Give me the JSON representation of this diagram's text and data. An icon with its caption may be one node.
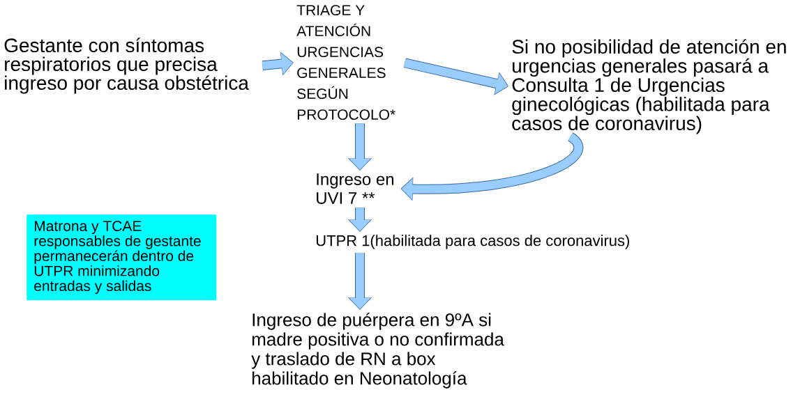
{
  "diagram": {
    "nodes": [
      {
        "text": [
          "Gestante con síntomas respiratorios que precisa ingreso por causa obstétrica"
        ]
      },
      {
        "text": [
          "TRIAGE Y ATENCIÓN URGENCIAS GENERALES SEGÚN PROTOCOLO*"
        ]
      },
      {
        "text": [
          "Si no posibilidad de atención en urgencias generales pasará a Consulta 1 de Urgencias ginecológicas (habilitada para casos de coronavirus)"
        ]
      },
      {
        "text": [
          "Ingreso en UVI 7 **"
        ]
      },
      {
        "text": [
          "UTPR 1(habilitada para casos de coronavirus)"
        ]
      },
      {
        "text": [
          "Ingreso de puérpera en 9ºA si madre positiva o no confirmada y traslado de RN a box habilitado en Neonatología"
        ]
      },
      {
        "text": [
          "Matrona y TCAE responsables de gestante permanecerán dentro de UTPR minimizando entradas y salidas"
        ]
      }
    ],
    "edges": [
      {
        "from": 0,
        "to": 1,
        "arrow": "to"
      },
      {
        "from": 1,
        "to": 2,
        "arrow": "to"
      },
      {
        "from": 1,
        "to": 3,
        "arrow": "to"
      },
      {
        "from": 2,
        "to": 3,
        "arrow": "to"
      },
      {
        "from": 3,
        "to": 4,
        "arrow": "to"
      },
      {
        "from": 4,
        "to": 5,
        "arrow": "to"
      }
    ]
  }
}
